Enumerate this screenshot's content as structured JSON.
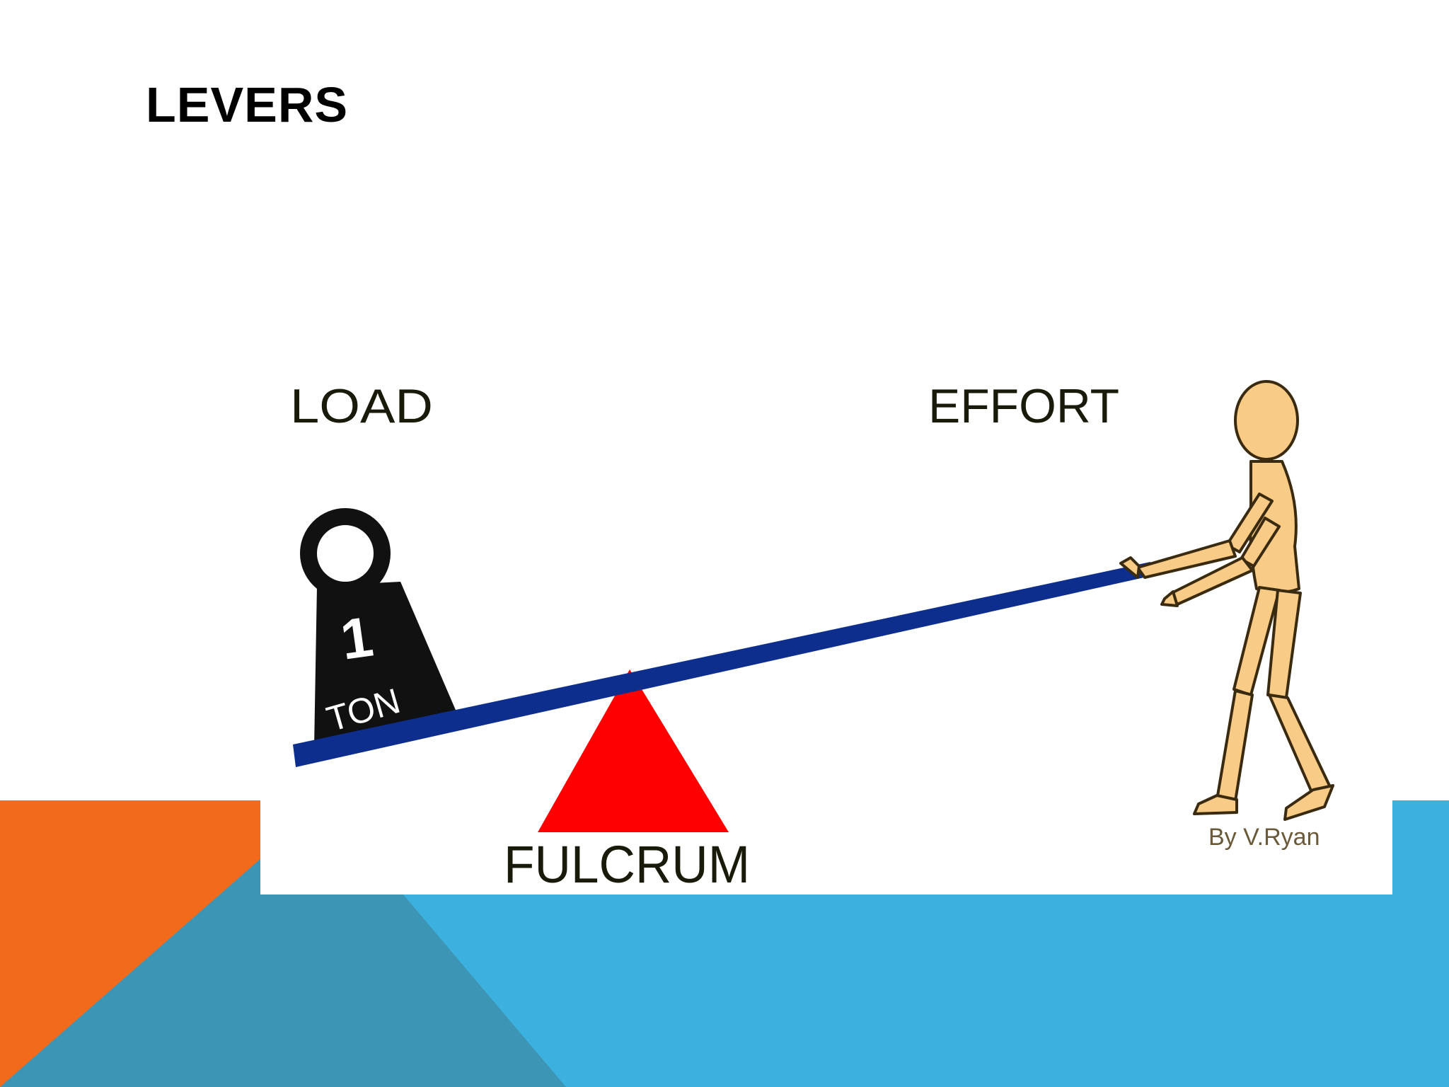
{
  "slide": {
    "title": "LEVERS"
  },
  "diagram": {
    "load_label": "LOAD",
    "effort_label": "EFFORT",
    "fulcrum_label": "FULCRUM",
    "weight_number": "1",
    "weight_unit": "TON",
    "credit": "By V.Ryan"
  },
  "colors": {
    "orange": "#f26b1d",
    "light_blue": "#3cb1df",
    "teal": "#3d95b5",
    "beam": "#0d2e8c",
    "fulcrum": "#ff0000",
    "figure": "#f8cb86",
    "weight": "#111111"
  }
}
